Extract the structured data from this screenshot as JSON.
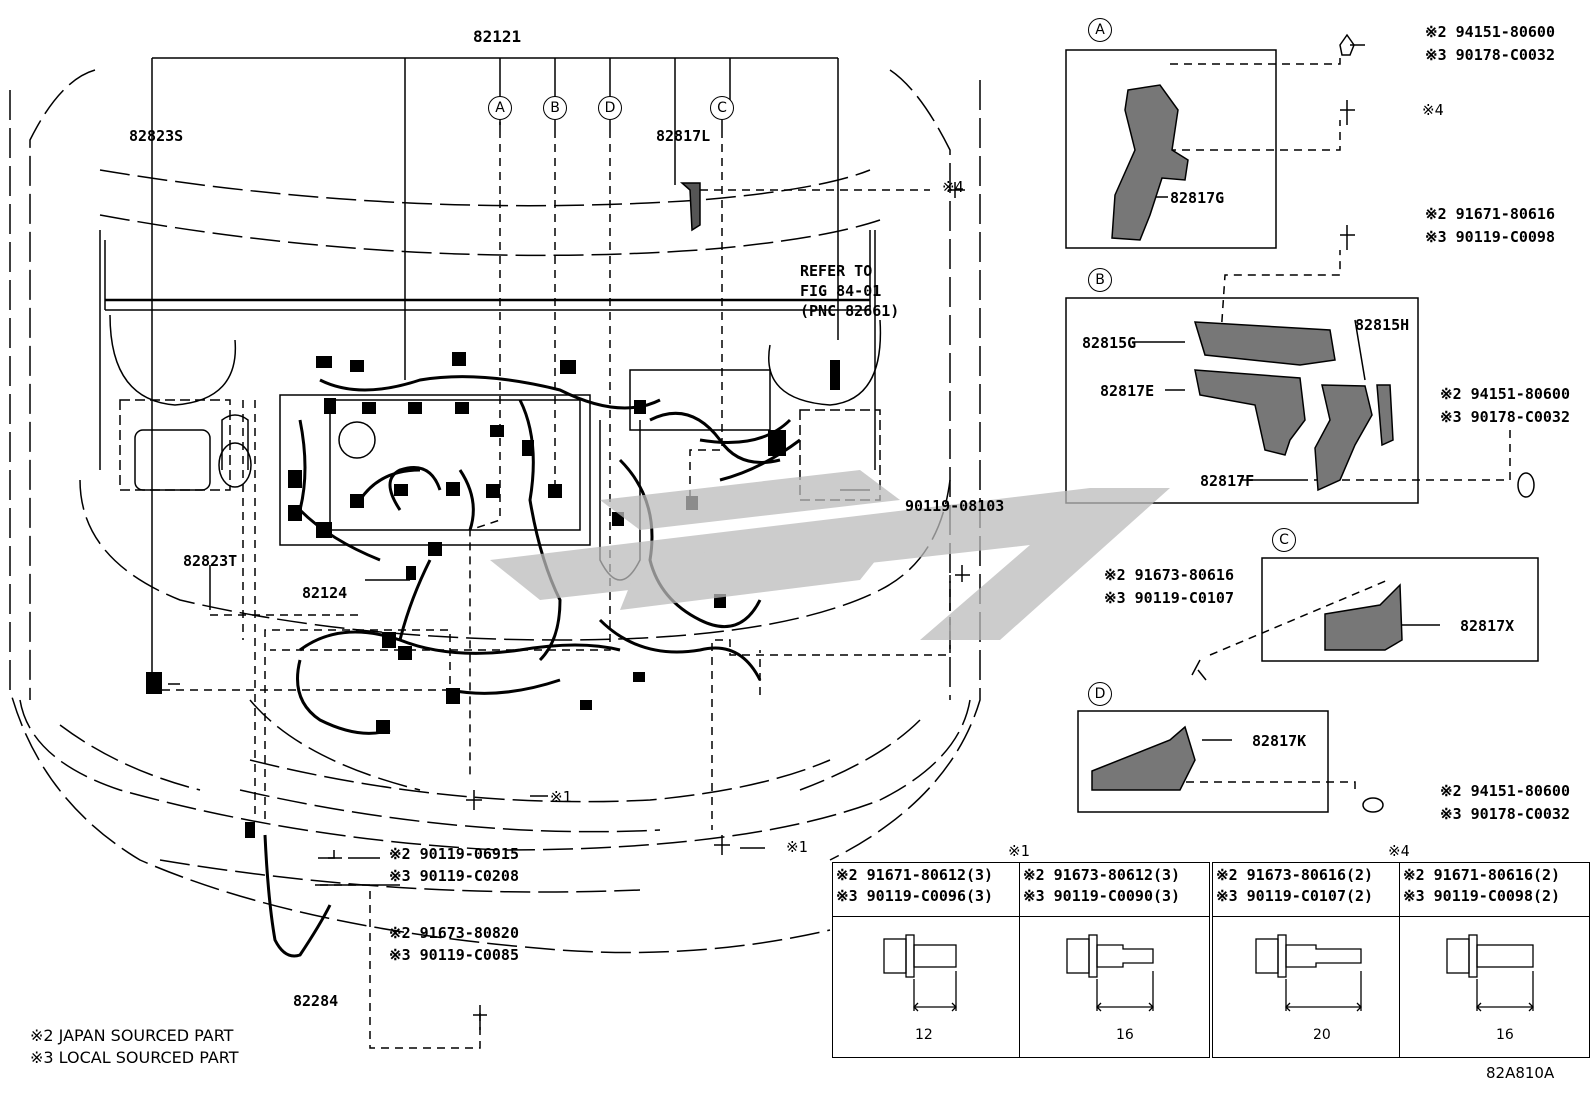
{
  "drawing_code": "82A810A",
  "main_part": "82121",
  "callouts": {
    "a": "A",
    "b": "B",
    "c": "C",
    "d": "D"
  },
  "parts": {
    "p82823S": "82823S",
    "p82817L": "82817L",
    "p82823T": "82823T",
    "p82124": "82124",
    "p82284": "82284",
    "p82817G": "82817G",
    "p82815G": "82815G",
    "p82815H": "82815H",
    "p82817E": "82817E",
    "p82817F": "82817F",
    "p82817X": "82817X",
    "p82817K": "82817K",
    "p90119_08103": "90119-08103"
  },
  "refer_note": [
    "REFER TO",
    "FIG 84-01",
    "(PNC 82661)"
  ],
  "marks": {
    "m1": "※1",
    "m4": "※4"
  },
  "fasteners": {
    "a_top": [
      "※2 94151-80600",
      "※3 90178-C0032"
    ],
    "a_mid": "※4",
    "b_top": [
      "※2 91671-80616",
      "※3 90119-C0098"
    ],
    "b_side": [
      "※2 94151-80600",
      "※3 90178-C0032"
    ],
    "c_left": [
      "※2 91673-80616",
      "※3 90119-C0107"
    ],
    "d_right": [
      "※2 94151-80600",
      "※3 90178-C0032"
    ],
    "bottom_1": [
      "※2 90119-06915",
      "※3 90119-C0208"
    ],
    "bottom_2": [
      "※2 91673-80820",
      "※3 90119-C0085"
    ]
  },
  "legend": [
    "※2 JAPAN SOURCED PART",
    "※3 LOCAL SOURCED PART"
  ],
  "table_1": {
    "header": "※1",
    "col1": [
      "※2 91671-80612(3)",
      "※3 90119-C0096(3)"
    ],
    "col2": [
      "※2 91673-80612(3)",
      "※3 90119-C0090(3)"
    ],
    "dims": [
      "12",
      "16"
    ]
  },
  "table_4": {
    "header": "※4",
    "col1": [
      "※2 91673-80616(2)",
      "※3 90119-C0107(2)"
    ],
    "col2": [
      "※2 91671-80616(2)",
      "※3 90119-C0098(2)"
    ],
    "dims": [
      "20",
      "16"
    ]
  }
}
